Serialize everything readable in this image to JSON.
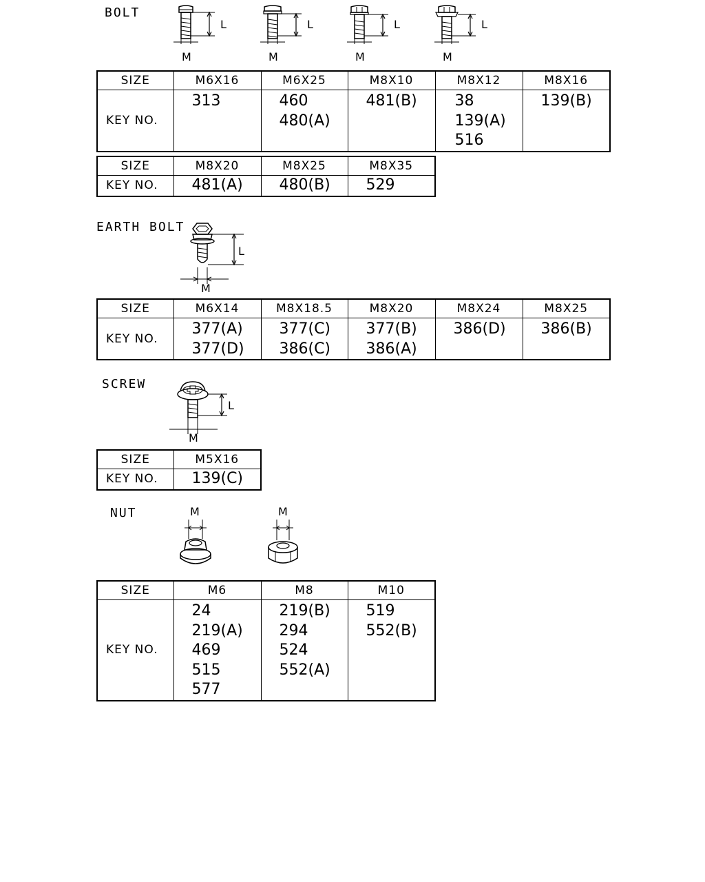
{
  "bolt": {
    "title": "BOLT",
    "dim_L": "L",
    "dim_M": "M",
    "table1": {
      "label_size": "SIZE",
      "label_key": "KEY NO.",
      "columns": [
        {
          "size": "M6X16",
          "keys": "313"
        },
        {
          "size": "M6X25",
          "keys": "460\n480(A)"
        },
        {
          "size": "M8X10",
          "keys": "481(B)"
        },
        {
          "size": "M8X12",
          "keys": "38\n139(A)\n516"
        },
        {
          "size": "M8X16",
          "keys": "139(B)"
        }
      ]
    },
    "table2": {
      "label_size": "SIZE",
      "label_key": "KEY NO.",
      "columns": [
        {
          "size": "M8X20",
          "keys": "481(A)"
        },
        {
          "size": "M8X25",
          "keys": "480(B)"
        },
        {
          "size": "M8X35",
          "keys": "529"
        }
      ]
    }
  },
  "earth_bolt": {
    "title": "EARTH BOLT",
    "dim_L": "L",
    "dim_M": "M",
    "table": {
      "label_size": "SIZE",
      "label_key": "KEY NO.",
      "columns": [
        {
          "size": "M6X14",
          "keys": "377(A)\n377(D)"
        },
        {
          "size": "M8X18.5",
          "keys": "377(C)\n386(C)"
        },
        {
          "size": "M8X20",
          "keys": "377(B)\n386(A)"
        },
        {
          "size": "M8X24",
          "keys": "386(D)"
        },
        {
          "size": "M8X25",
          "keys": "386(B)"
        }
      ]
    }
  },
  "screw": {
    "title": "SCREW",
    "dim_L": "L",
    "dim_M": "M",
    "table": {
      "label_size": "SIZE",
      "label_key": "KEY NO.",
      "columns": [
        {
          "size": "M5X16",
          "keys": "139(C)"
        }
      ]
    }
  },
  "nut": {
    "title": "NUT",
    "dim_M": "M",
    "table": {
      "label_size": "SIZE",
      "label_key": "KEY NO.",
      "columns": [
        {
          "size": "M6",
          "keys": "24\n219(A)\n469\n515\n577"
        },
        {
          "size": "M8",
          "keys": "219(B)\n294\n524\n552(A)"
        },
        {
          "size": "M10",
          "keys": "519\n552(B)"
        }
      ]
    }
  }
}
